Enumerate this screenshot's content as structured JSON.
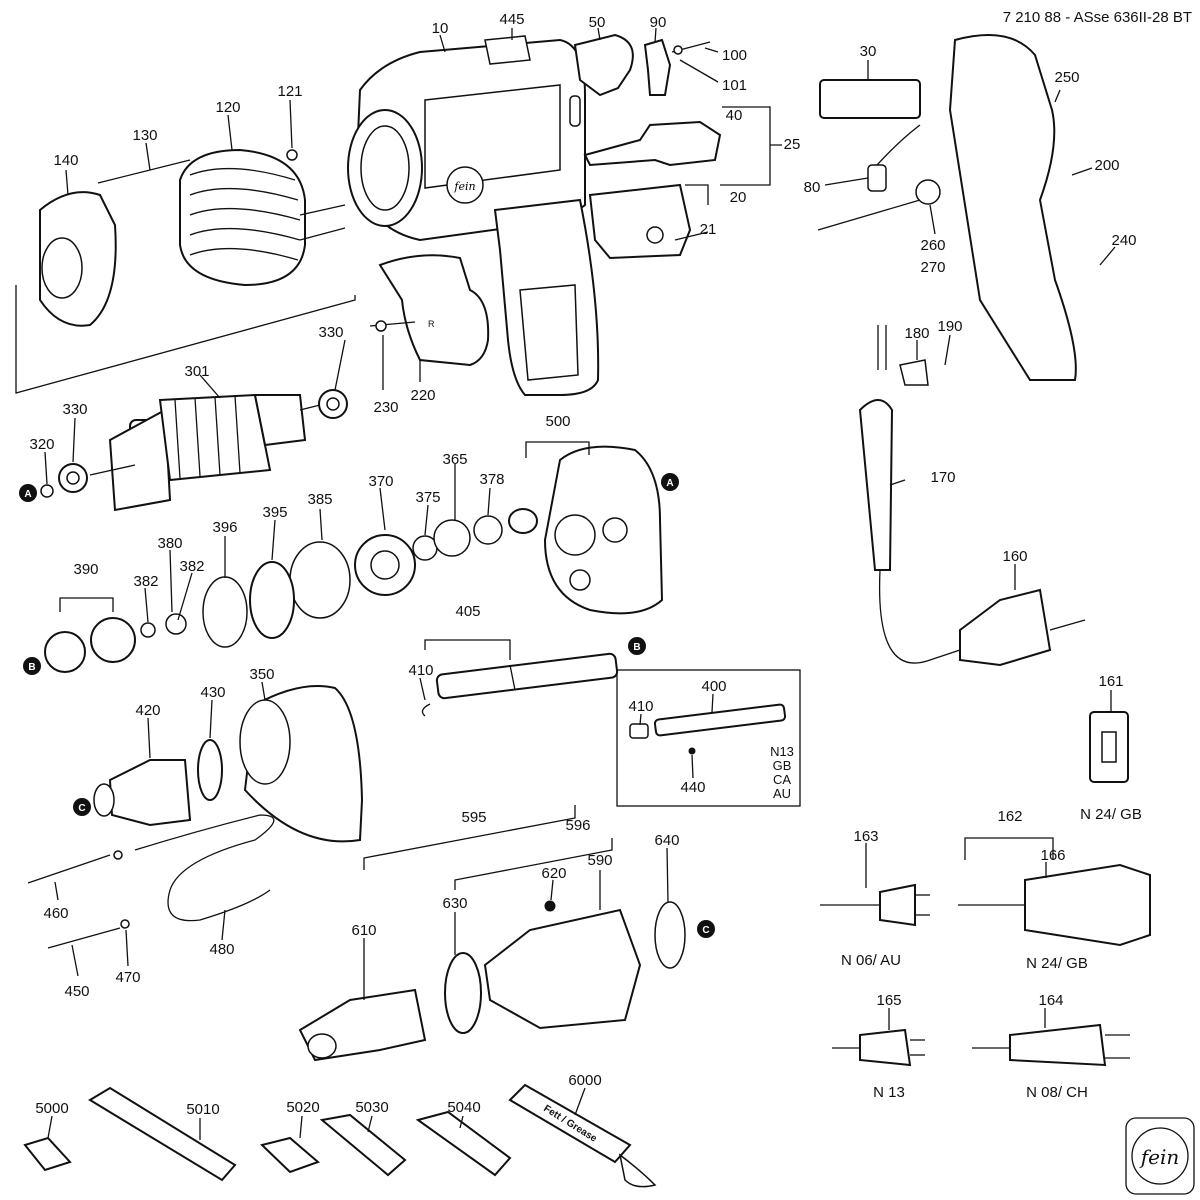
{
  "title": "7 210 88 - ASse 636II-28 BT",
  "parts": [
    {
      "id": "p10",
      "label": "10"
    },
    {
      "id": "p445",
      "label": "445"
    },
    {
      "id": "p50",
      "label": "50"
    },
    {
      "id": "p90",
      "label": "90"
    },
    {
      "id": "p100",
      "label": "100"
    },
    {
      "id": "p101",
      "label": "101"
    },
    {
      "id": "p30",
      "label": "30"
    },
    {
      "id": "p250",
      "label": "250"
    },
    {
      "id": "p120",
      "label": "120"
    },
    {
      "id": "p121",
      "label": "121"
    },
    {
      "id": "p130",
      "label": "130"
    },
    {
      "id": "p140",
      "label": "140"
    },
    {
      "id": "p40",
      "label": "40"
    },
    {
      "id": "p25",
      "label": "25"
    },
    {
      "id": "p20",
      "label": "20"
    },
    {
      "id": "p21",
      "label": "21"
    },
    {
      "id": "p80",
      "label": "80"
    },
    {
      "id": "p200",
      "label": "200"
    },
    {
      "id": "p260",
      "label": "260"
    },
    {
      "id": "p270",
      "label": "270"
    },
    {
      "id": "p240",
      "label": "240"
    },
    {
      "id": "p330a",
      "label": "330"
    },
    {
      "id": "p301",
      "label": "301"
    },
    {
      "id": "p320",
      "label": "320"
    },
    {
      "id": "p330b",
      "label": "330"
    },
    {
      "id": "p230",
      "label": "230"
    },
    {
      "id": "p220",
      "label": "220"
    },
    {
      "id": "p180",
      "label": "180"
    },
    {
      "id": "p190",
      "label": "190"
    },
    {
      "id": "p500",
      "label": "500"
    },
    {
      "id": "p365",
      "label": "365"
    },
    {
      "id": "p370",
      "label": "370"
    },
    {
      "id": "p375",
      "label": "375"
    },
    {
      "id": "p378",
      "label": "378"
    },
    {
      "id": "p385",
      "label": "385"
    },
    {
      "id": "p395",
      "label": "395"
    },
    {
      "id": "p396",
      "label": "396"
    },
    {
      "id": "p380",
      "label": "380"
    },
    {
      "id": "p390",
      "label": "390"
    },
    {
      "id": "p382a",
      "label": "382"
    },
    {
      "id": "p382b",
      "label": "382"
    },
    {
      "id": "p170",
      "label": "170"
    },
    {
      "id": "p160",
      "label": "160"
    },
    {
      "id": "p405",
      "label": "405"
    },
    {
      "id": "p410a",
      "label": "410"
    },
    {
      "id": "p350",
      "label": "350"
    },
    {
      "id": "p430",
      "label": "430"
    },
    {
      "id": "p420",
      "label": "420"
    },
    {
      "id": "p400",
      "label": "400"
    },
    {
      "id": "p410b",
      "label": "410"
    },
    {
      "id": "p440",
      "label": "440"
    },
    {
      "id": "p161",
      "label": "161"
    },
    {
      "id": "p595",
      "label": "595"
    },
    {
      "id": "p596",
      "label": "596"
    },
    {
      "id": "p620",
      "label": "620"
    },
    {
      "id": "p590",
      "label": "590"
    },
    {
      "id": "p640",
      "label": "640"
    },
    {
      "id": "p610",
      "label": "610"
    },
    {
      "id": "p630",
      "label": "630"
    },
    {
      "id": "p460",
      "label": "460"
    },
    {
      "id": "p480",
      "label": "480"
    },
    {
      "id": "p450",
      "label": "450"
    },
    {
      "id": "p470",
      "label": "470"
    },
    {
      "id": "p163",
      "label": "163"
    },
    {
      "id": "p162",
      "label": "162"
    },
    {
      "id": "p166",
      "label": "166"
    },
    {
      "id": "p165",
      "label": "165"
    },
    {
      "id": "p164",
      "label": "164"
    },
    {
      "id": "p5000",
      "label": "5000"
    },
    {
      "id": "p5010",
      "label": "5010"
    },
    {
      "id": "p5020",
      "label": "5020"
    },
    {
      "id": "p5030",
      "label": "5030"
    },
    {
      "id": "p5040",
      "label": "5040"
    },
    {
      "id": "p6000",
      "label": "6000"
    }
  ],
  "country_notes": [
    {
      "id": "n24gb_a",
      "label": "N 24/ GB"
    },
    {
      "id": "n06au",
      "label": "N 06/ AU"
    },
    {
      "id": "n24gb_b",
      "label": "N 24/ GB"
    },
    {
      "id": "n13",
      "label": "N 13"
    },
    {
      "id": "n08ch",
      "label": "N 08/ CH"
    }
  ],
  "variant_box_codes": [
    "N13",
    "GB",
    "CA",
    "AU"
  ],
  "refs": [
    "A",
    "B",
    "C"
  ],
  "product_text": {
    "tube": "Fett / Grease",
    "logo": "fein",
    "switch": "R"
  }
}
